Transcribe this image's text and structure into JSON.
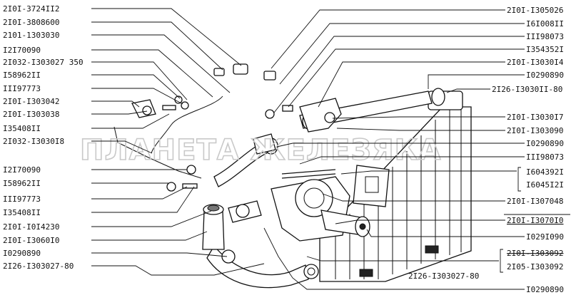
{
  "watermark": "ПЛАНЕТА ЖЕЛЕЗЯКА",
  "labels_left": [
    "2I0I-3724II2",
    "2I0I-3808600",
    "2101-1303030",
    "I2I70090",
    "2I032-I303027 350",
    "I58962II",
    "III97773",
    "2I0I-I303042",
    "2I0I-I303038",
    "I35408II",
    "2I032-I3030I8",
    "I2I70090",
    "I58962II",
    "III97773",
    "I35408II",
    "2I0I-I0I4230",
    "2I0I-I3060I0",
    "I0290890",
    "2I26-I303027-80"
  ],
  "labels_right": [
    "2I0I-I305026",
    "I6I008II",
    "III98073",
    "I354352I",
    "2I0I-I3030I4",
    "I0290890",
    "2I26-I3030II-80",
    "2I0I-I3030I7",
    "2I0I-I303090",
    "I0290890",
    "III98073",
    "I604392I",
    "I6045I2I",
    "2I0I-I307048",
    "2I0I-I3070I0",
    "I029I090",
    "2I0I-I303092",
    "2I05-I303092",
    "I0290890"
  ],
  "label_bottom": "2I26-I303027-80"
}
